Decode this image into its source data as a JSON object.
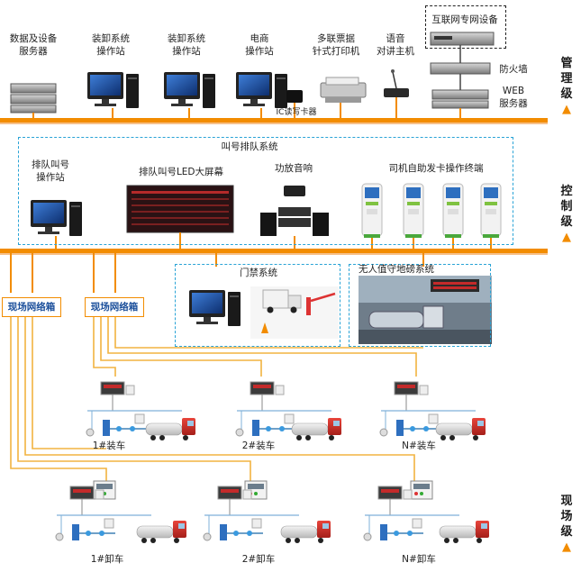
{
  "title": "叫号排队系统",
  "tiers": {
    "management": "管理级",
    "control": "控制级",
    "field": "现场级"
  },
  "management": {
    "data_server": [
      "数据及设备",
      "服务器"
    ],
    "load_station_1": [
      "装卸系统",
      "操作站"
    ],
    "load_station_2": [
      "装卸系统",
      "操作站"
    ],
    "ecommerce": [
      "电商",
      "操作站"
    ],
    "printer": [
      "多联票据",
      "针式打印机"
    ],
    "intercom": [
      "语音",
      "对讲主机"
    ],
    "internet_device": "互联网专网设备",
    "firewall": "防火墙",
    "web_server": [
      "WEB",
      "服务器"
    ],
    "ic_reader": "IC读写卡器"
  },
  "control": {
    "queue_station": [
      "排队叫号",
      "操作站"
    ],
    "led_screen": "排队叫号LED大屏幕",
    "amplifier": "功放音响",
    "kiosk": "司机自助发卡操作终端",
    "access_system": "门禁系统",
    "weighbridge": "无人值守地磅系统"
  },
  "field": {
    "field_box_1": "现场网络箱",
    "field_box_2": "现场网络箱",
    "load_1": "1#装车",
    "load_2": "2#装车",
    "load_n": "N#装车",
    "unload_1": "1#卸车",
    "unload_2": "2#卸车",
    "unload_n": "N#卸车"
  },
  "colors": {
    "bus": "#f28c00",
    "bus_light": "#f6c08a",
    "dash": "#29a3d6",
    "field_text": "#1b4f9b",
    "arrow": "#f28c00"
  }
}
